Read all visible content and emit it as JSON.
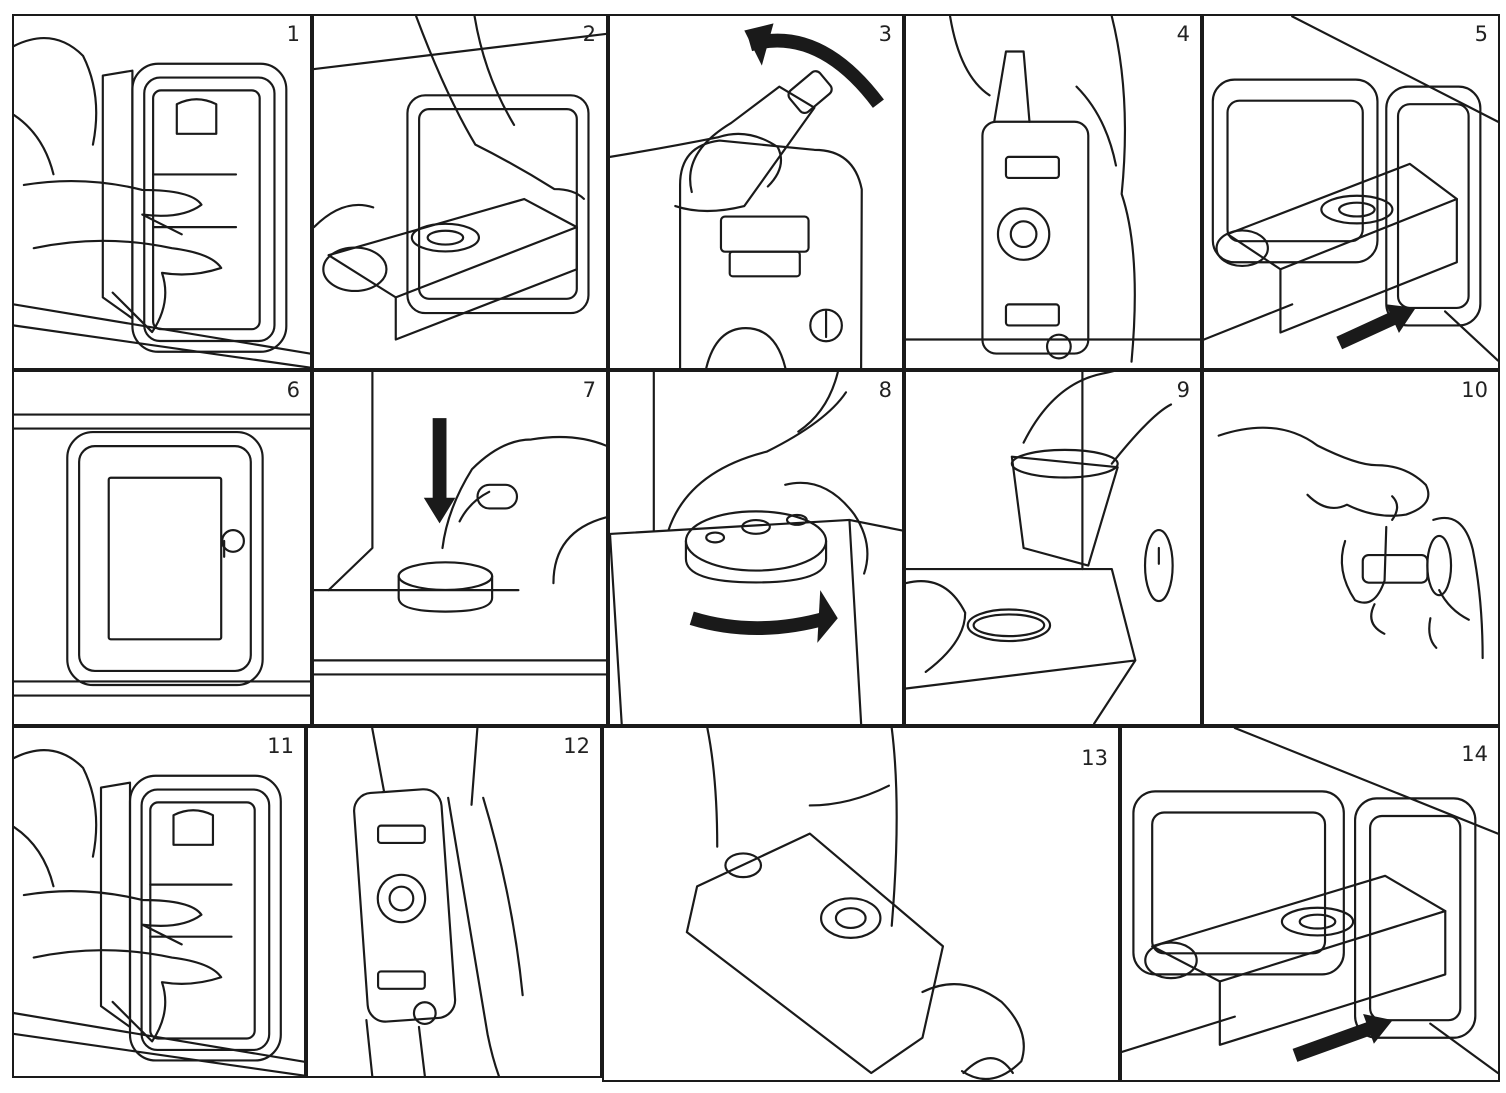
{
  "panels": [
    {
      "label": "1",
      "scene": "drawer-open"
    },
    {
      "label": "2",
      "scene": "drawer-pull"
    },
    {
      "label": "3",
      "scene": "pour-bottle"
    },
    {
      "label": "4",
      "scene": "cassette-upright"
    },
    {
      "label": "5",
      "scene": "cassette-insert"
    },
    {
      "label": "6",
      "scene": "closed-door"
    },
    {
      "label": "7",
      "scene": "press-cap"
    },
    {
      "label": "8",
      "scene": "turn-cap"
    },
    {
      "label": "9",
      "scene": "remove-lid"
    },
    {
      "label": "10",
      "scene": "turn-valve"
    },
    {
      "label": "11",
      "scene": "drawer-open"
    },
    {
      "label": "12",
      "scene": "carry-upright"
    },
    {
      "label": "13",
      "scene": "empty-cassette"
    },
    {
      "label": "14",
      "scene": "cassette-insert"
    }
  ],
  "colors": {
    "ink": "#1a1a1a",
    "paper": "#ffffff"
  }
}
